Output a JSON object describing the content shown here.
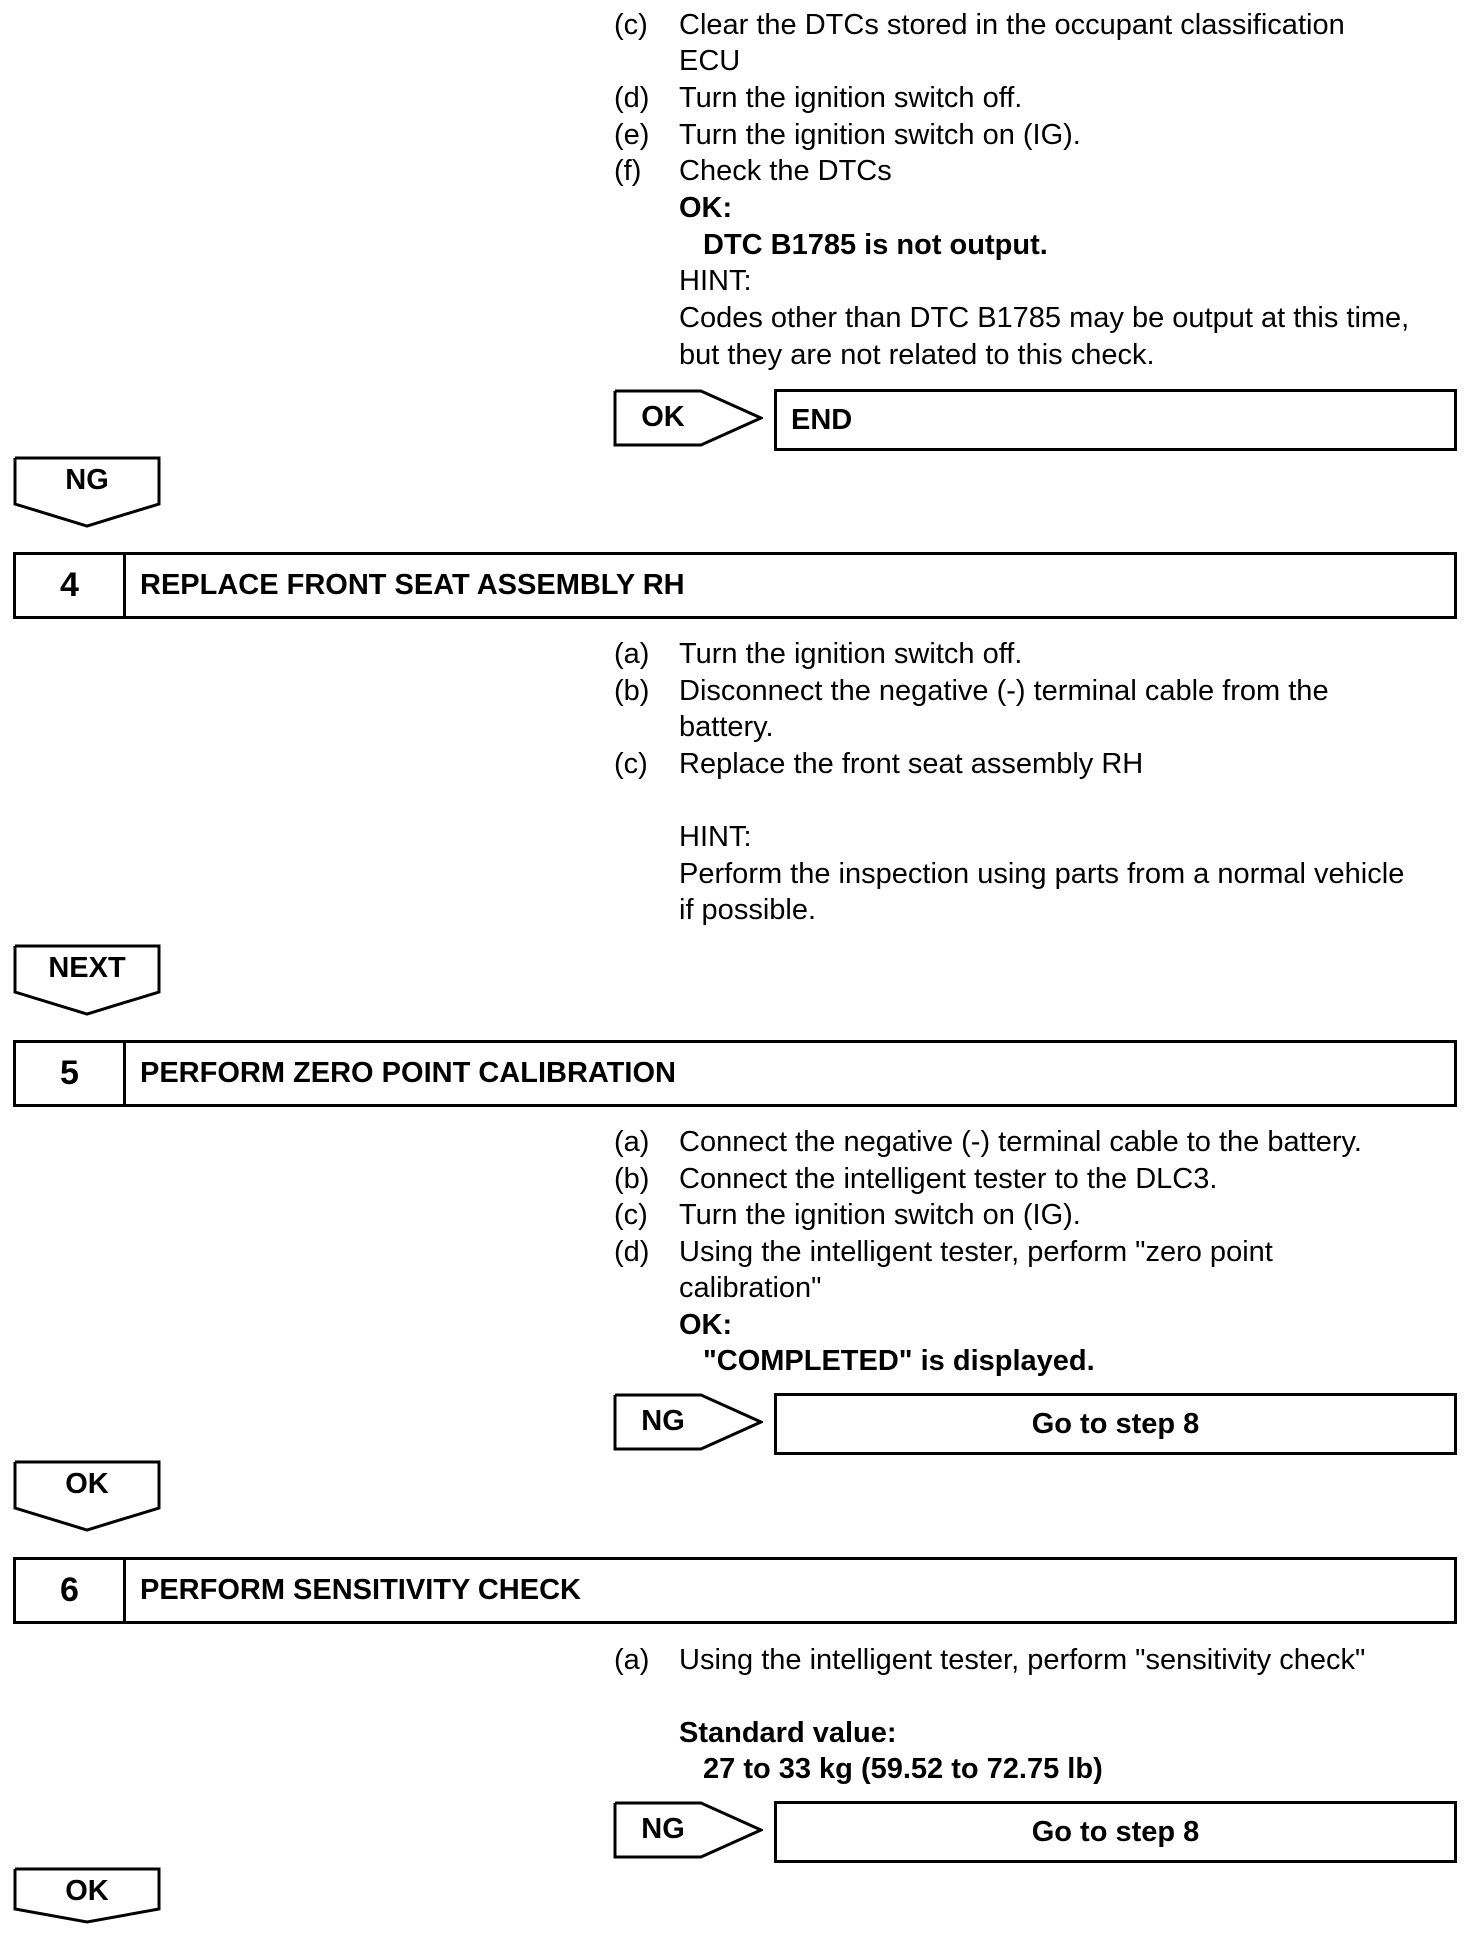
{
  "top_section": {
    "c_label": "(c)",
    "c_line1": "Clear the DTCs stored in the occupant classification",
    "c_line2": "ECU",
    "d_label": "(d)",
    "d_text": "Turn the ignition switch off.",
    "e_label": "(e)",
    "e_text": "Turn the ignition switch on (IG).",
    "f_label": "(f)",
    "f_text": "Check the DTCs",
    "ok_label": "OK:",
    "ok_value": "DTC B1785 is not output.",
    "hint_label": "HINT:",
    "hint_line1": "Codes other than DTC B1785 may be output at this time,",
    "hint_line2": "but they are not related to this check.",
    "result_tag": "OK",
    "result_text": "END",
    "down_tag": "NG"
  },
  "step4": {
    "number": "4",
    "title": "REPLACE FRONT SEAT ASSEMBLY RH",
    "a_label": "(a)",
    "a_text": "Turn the ignition switch off.",
    "b_label": "(b)",
    "b_line1": "Disconnect the negative (-) terminal cable from the",
    "b_line2": "battery.",
    "c_label": "(c)",
    "c_text": "Replace the front seat assembly RH",
    "hint_label": "HINT:",
    "hint_line1": "Perform the inspection using parts from a normal vehicle",
    "hint_line2": "if possible.",
    "down_tag": "NEXT"
  },
  "step5": {
    "number": "5",
    "title": "PERFORM ZERO POINT CALIBRATION",
    "a_label": "(a)",
    "a_text": "Connect the negative (-) terminal cable to the battery.",
    "b_label": "(b)",
    "b_text": "Connect the intelligent tester to the DLC3.",
    "c_label": "(c)",
    "c_text": "Turn the ignition switch on (IG).",
    "d_label": "(d)",
    "d_line1": "Using the intelligent tester, perform \"zero point",
    "d_line2": "calibration\"",
    "ok_label": "OK:",
    "ok_value": "\"COMPLETED\" is displayed.",
    "result_tag": "NG",
    "result_text": "Go to step 8",
    "down_tag": "OK"
  },
  "step6": {
    "number": "6",
    "title": "PERFORM SENSITIVITY CHECK",
    "a_label": "(a)",
    "a_text": "Using the intelligent tester, perform \"sensitivity check\"",
    "std_label": "Standard value:",
    "std_value": "27 to 33 kg (59.52 to 72.75 lb)",
    "result_tag": "NG",
    "result_text": "Go to step 8",
    "down_tag": "OK"
  }
}
